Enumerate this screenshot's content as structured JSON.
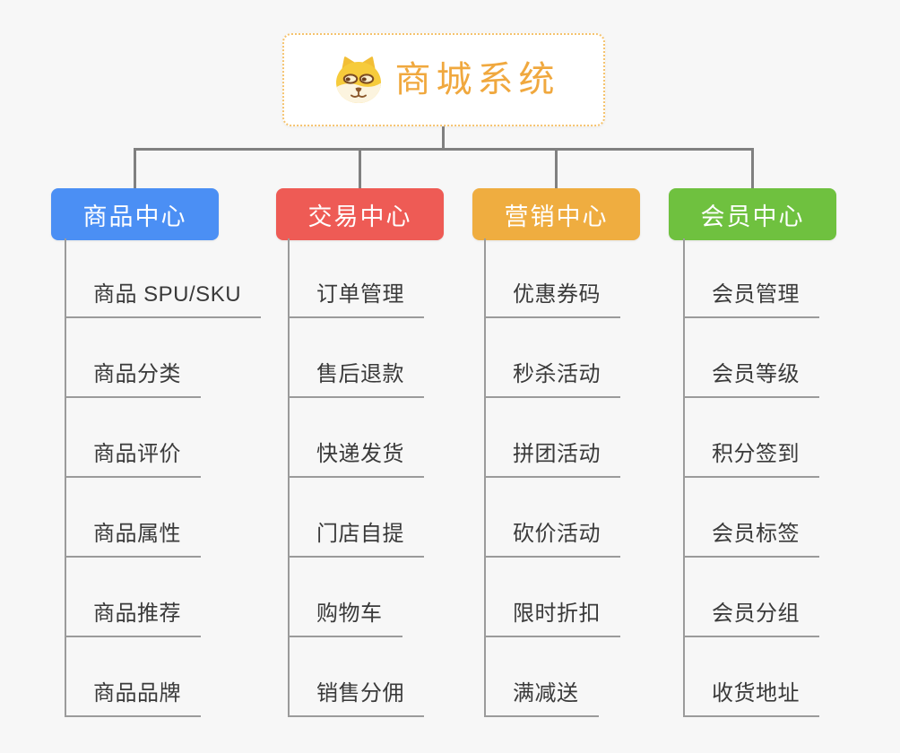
{
  "background_color": "#F7F7F7",
  "connector_color": "#808080",
  "child_line_color": "#9B9B9B",
  "root": {
    "title": "商城系统",
    "icon": "dog-face-icon",
    "text_color": "#F0A83E",
    "border_color": "#F5C36E"
  },
  "branches": [
    {
      "name": "product-center",
      "label": "商品中心",
      "color": "#4B8FF4",
      "children": [
        "商品 SPU/SKU",
        "商品分类",
        "商品评价",
        "商品属性",
        "商品推荐",
        "商品品牌"
      ]
    },
    {
      "name": "trade-center",
      "label": "交易中心",
      "color": "#EE5B55",
      "children": [
        "订单管理",
        "售后退款",
        "快递发货",
        "门店自提",
        "购物车",
        "销售分佣"
      ]
    },
    {
      "name": "marketing-center",
      "label": "营销中心",
      "color": "#EFAD40",
      "children": [
        "优惠券码",
        "秒杀活动",
        "拼团活动",
        "砍价活动",
        "限时折扣",
        "满减送"
      ]
    },
    {
      "name": "member-center",
      "label": "会员中心",
      "color": "#6FC13F",
      "children": [
        "会员管理",
        "会员等级",
        "积分签到",
        "会员标签",
        "会员分组",
        "收货地址"
      ]
    }
  ]
}
